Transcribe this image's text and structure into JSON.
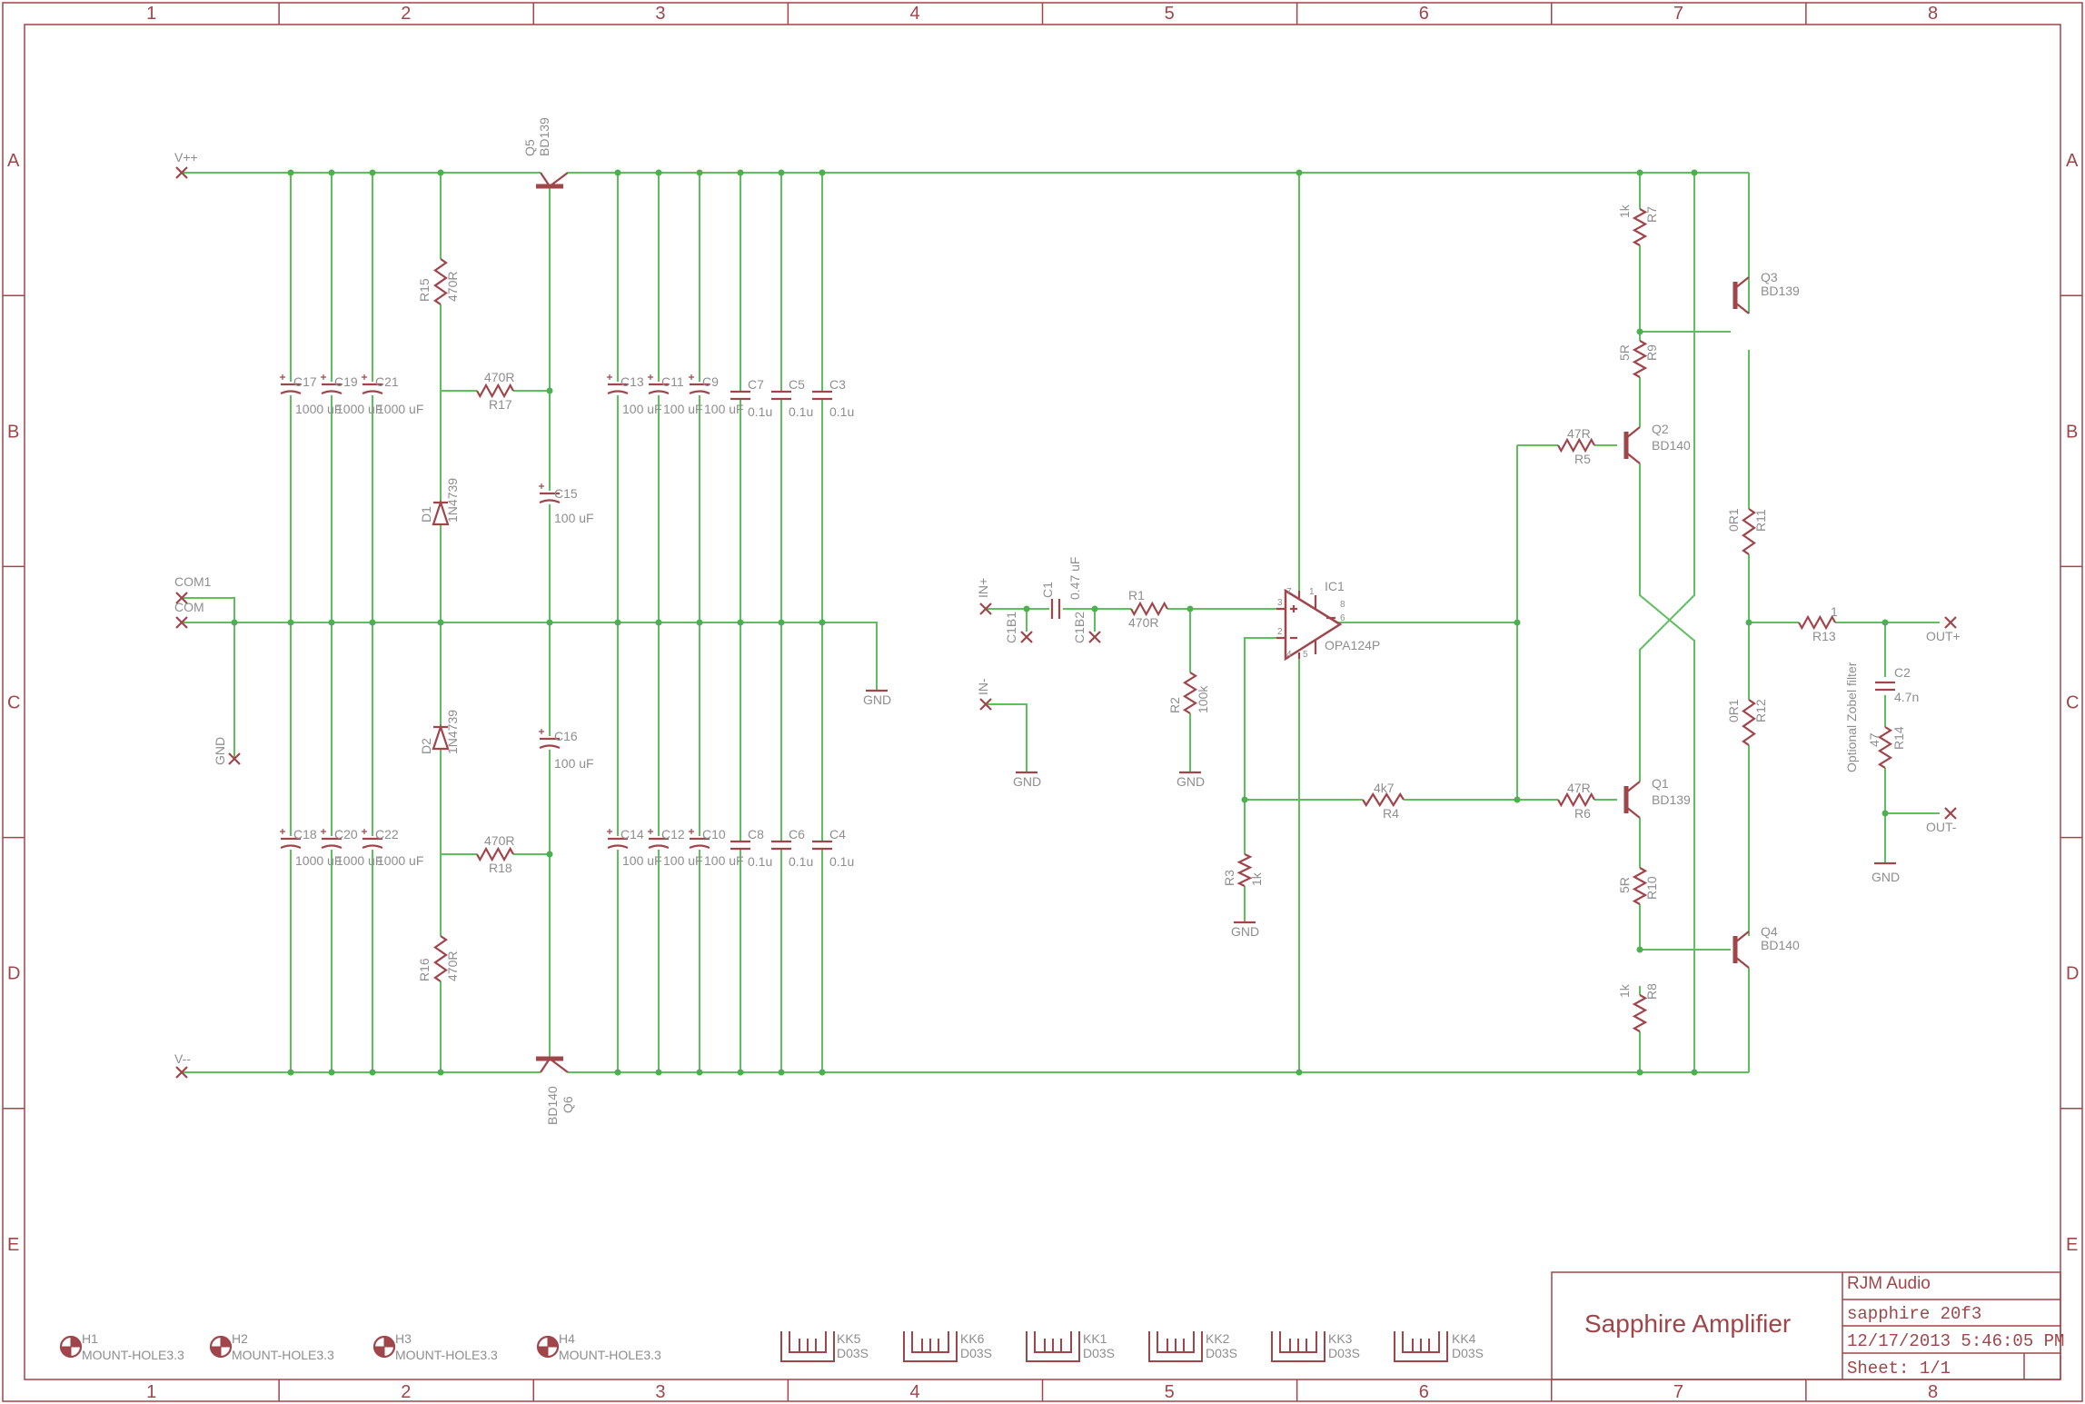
{
  "grid": {
    "cols": [
      "1",
      "2",
      "3",
      "4",
      "5",
      "6",
      "7",
      "8"
    ],
    "rows": [
      "A",
      "B",
      "C",
      "D",
      "E"
    ]
  },
  "title_block": {
    "title": "Sapphire Amplifier",
    "company": "RJM Audio",
    "file": "sapphire 20f3",
    "date": "12/17/2013 5:46:05 PM",
    "sheet": "Sheet: 1/1"
  },
  "nets": {
    "vpp": "V++",
    "vmm": "V--",
    "com1": "COM1",
    "com": "COM",
    "gnd_x": "GND",
    "gnd1": "GND",
    "gnd2": "GND",
    "gnd3": "GND",
    "gnd4": "GND",
    "gnd5": "GND",
    "in_p": "IN+",
    "in_m": "IN-",
    "out_p": "OUT+",
    "out_m": "OUT-"
  },
  "components": {
    "c17": {
      "name": "C17",
      "value": "1000 uF"
    },
    "c19": {
      "name": "C19",
      "value": "1000 uF"
    },
    "c21": {
      "name": "C21",
      "value": "1000 uF"
    },
    "c18": {
      "name": "C18",
      "value": "1000 uF"
    },
    "c20": {
      "name": "C20",
      "value": "1000 uF"
    },
    "c22": {
      "name": "C22",
      "value": "1000 uF"
    },
    "r15": {
      "name": "R15",
      "value": "470R"
    },
    "r16": {
      "name": "R16",
      "value": "470R"
    },
    "r17": {
      "name": "R17",
      "value": "470R"
    },
    "r18": {
      "name": "R18",
      "value": "470R"
    },
    "d1": {
      "name": "D1",
      "value": "1N4739"
    },
    "d2": {
      "name": "D2",
      "value": "1N4739"
    },
    "q5": {
      "name": "Q5",
      "value": "BD139"
    },
    "q6": {
      "name": "Q6",
      "value": "BD140"
    },
    "c15": {
      "name": "C15",
      "value": "100 uF"
    },
    "c16": {
      "name": "C16",
      "value": "100 uF"
    },
    "c13": {
      "name": "C13",
      "value": "100 uF"
    },
    "c11": {
      "name": "C11",
      "value": "100 uF"
    },
    "c9": {
      "name": "C9",
      "value": "100 uF"
    },
    "c14": {
      "name": "C14",
      "value": "100 uF"
    },
    "c12": {
      "name": "C12",
      "value": "100 uF"
    },
    "c10": {
      "name": "C10",
      "value": "100 uF"
    },
    "c7": {
      "name": "C7",
      "value": "0.1u"
    },
    "c5": {
      "name": "C5",
      "value": "0.1u"
    },
    "c3": {
      "name": "C3",
      "value": "0.1u"
    },
    "c8": {
      "name": "C8",
      "value": "0.1u"
    },
    "c6": {
      "name": "C6",
      "value": "0.1u"
    },
    "c4": {
      "name": "C4",
      "value": "0.1u"
    },
    "c1": {
      "name": "C1",
      "value": "0.47 uF"
    },
    "c1b1": {
      "name": "C1B1"
    },
    "c1b2": {
      "name": "C1B2"
    },
    "r1": {
      "name": "R1",
      "value": "470R"
    },
    "r2": {
      "name": "R2",
      "value": "100k"
    },
    "r3": {
      "name": "R3",
      "value": "1k"
    },
    "r4": {
      "name": "R4",
      "value": "4k7"
    },
    "ic1": {
      "name": "IC1",
      "value": "OPA124P",
      "pins": [
        "3",
        "2",
        "7",
        "4",
        "1",
        "8",
        "6",
        "5"
      ]
    },
    "r5": {
      "name": "R5",
      "value": "47R"
    },
    "r6": {
      "name": "R6",
      "value": "47R"
    },
    "r7": {
      "name": "R7",
      "value": "1k"
    },
    "r8": {
      "name": "R8",
      "value": "1k"
    },
    "r9": {
      "name": "R9",
      "value": "5R"
    },
    "r10": {
      "name": "R10",
      "value": "5R"
    },
    "r11": {
      "name": "R11",
      "value": "0R1"
    },
    "r12": {
      "name": "R12",
      "value": "0R1"
    },
    "r13": {
      "name": "R13",
      "value": "1"
    },
    "r14": {
      "name": "R14",
      "value": "47"
    },
    "c2": {
      "name": "C2",
      "value": "4.7n"
    },
    "q1": {
      "name": "Q1",
      "value": "BD139"
    },
    "q2": {
      "name": "Q2",
      "value": "BD140"
    },
    "q3": {
      "name": "Q3",
      "value": "BD139"
    },
    "q4": {
      "name": "Q4",
      "value": "BD140"
    }
  },
  "notes": {
    "zobel": "Optional Zobel filter"
  },
  "hardware": {
    "holes": [
      {
        "name": "H1",
        "value": "MOUNT-HOLE3.3"
      },
      {
        "name": "H2",
        "value": "MOUNT-HOLE3.3"
      },
      {
        "name": "H3",
        "value": "MOUNT-HOLE3.3"
      },
      {
        "name": "H4",
        "value": "MOUNT-HOLE3.3"
      }
    ],
    "heatsinks": [
      {
        "name": "KK5",
        "value": "D03S"
      },
      {
        "name": "KK6",
        "value": "D03S"
      },
      {
        "name": "KK1",
        "value": "D03S"
      },
      {
        "name": "KK2",
        "value": "D03S"
      },
      {
        "name": "KK3",
        "value": "D03S"
      },
      {
        "name": "KK4",
        "value": "D03S"
      }
    ]
  },
  "colors": {
    "symbol": "#a0454a",
    "wire": "#5fbf5f",
    "text": "#8e8e8e"
  }
}
